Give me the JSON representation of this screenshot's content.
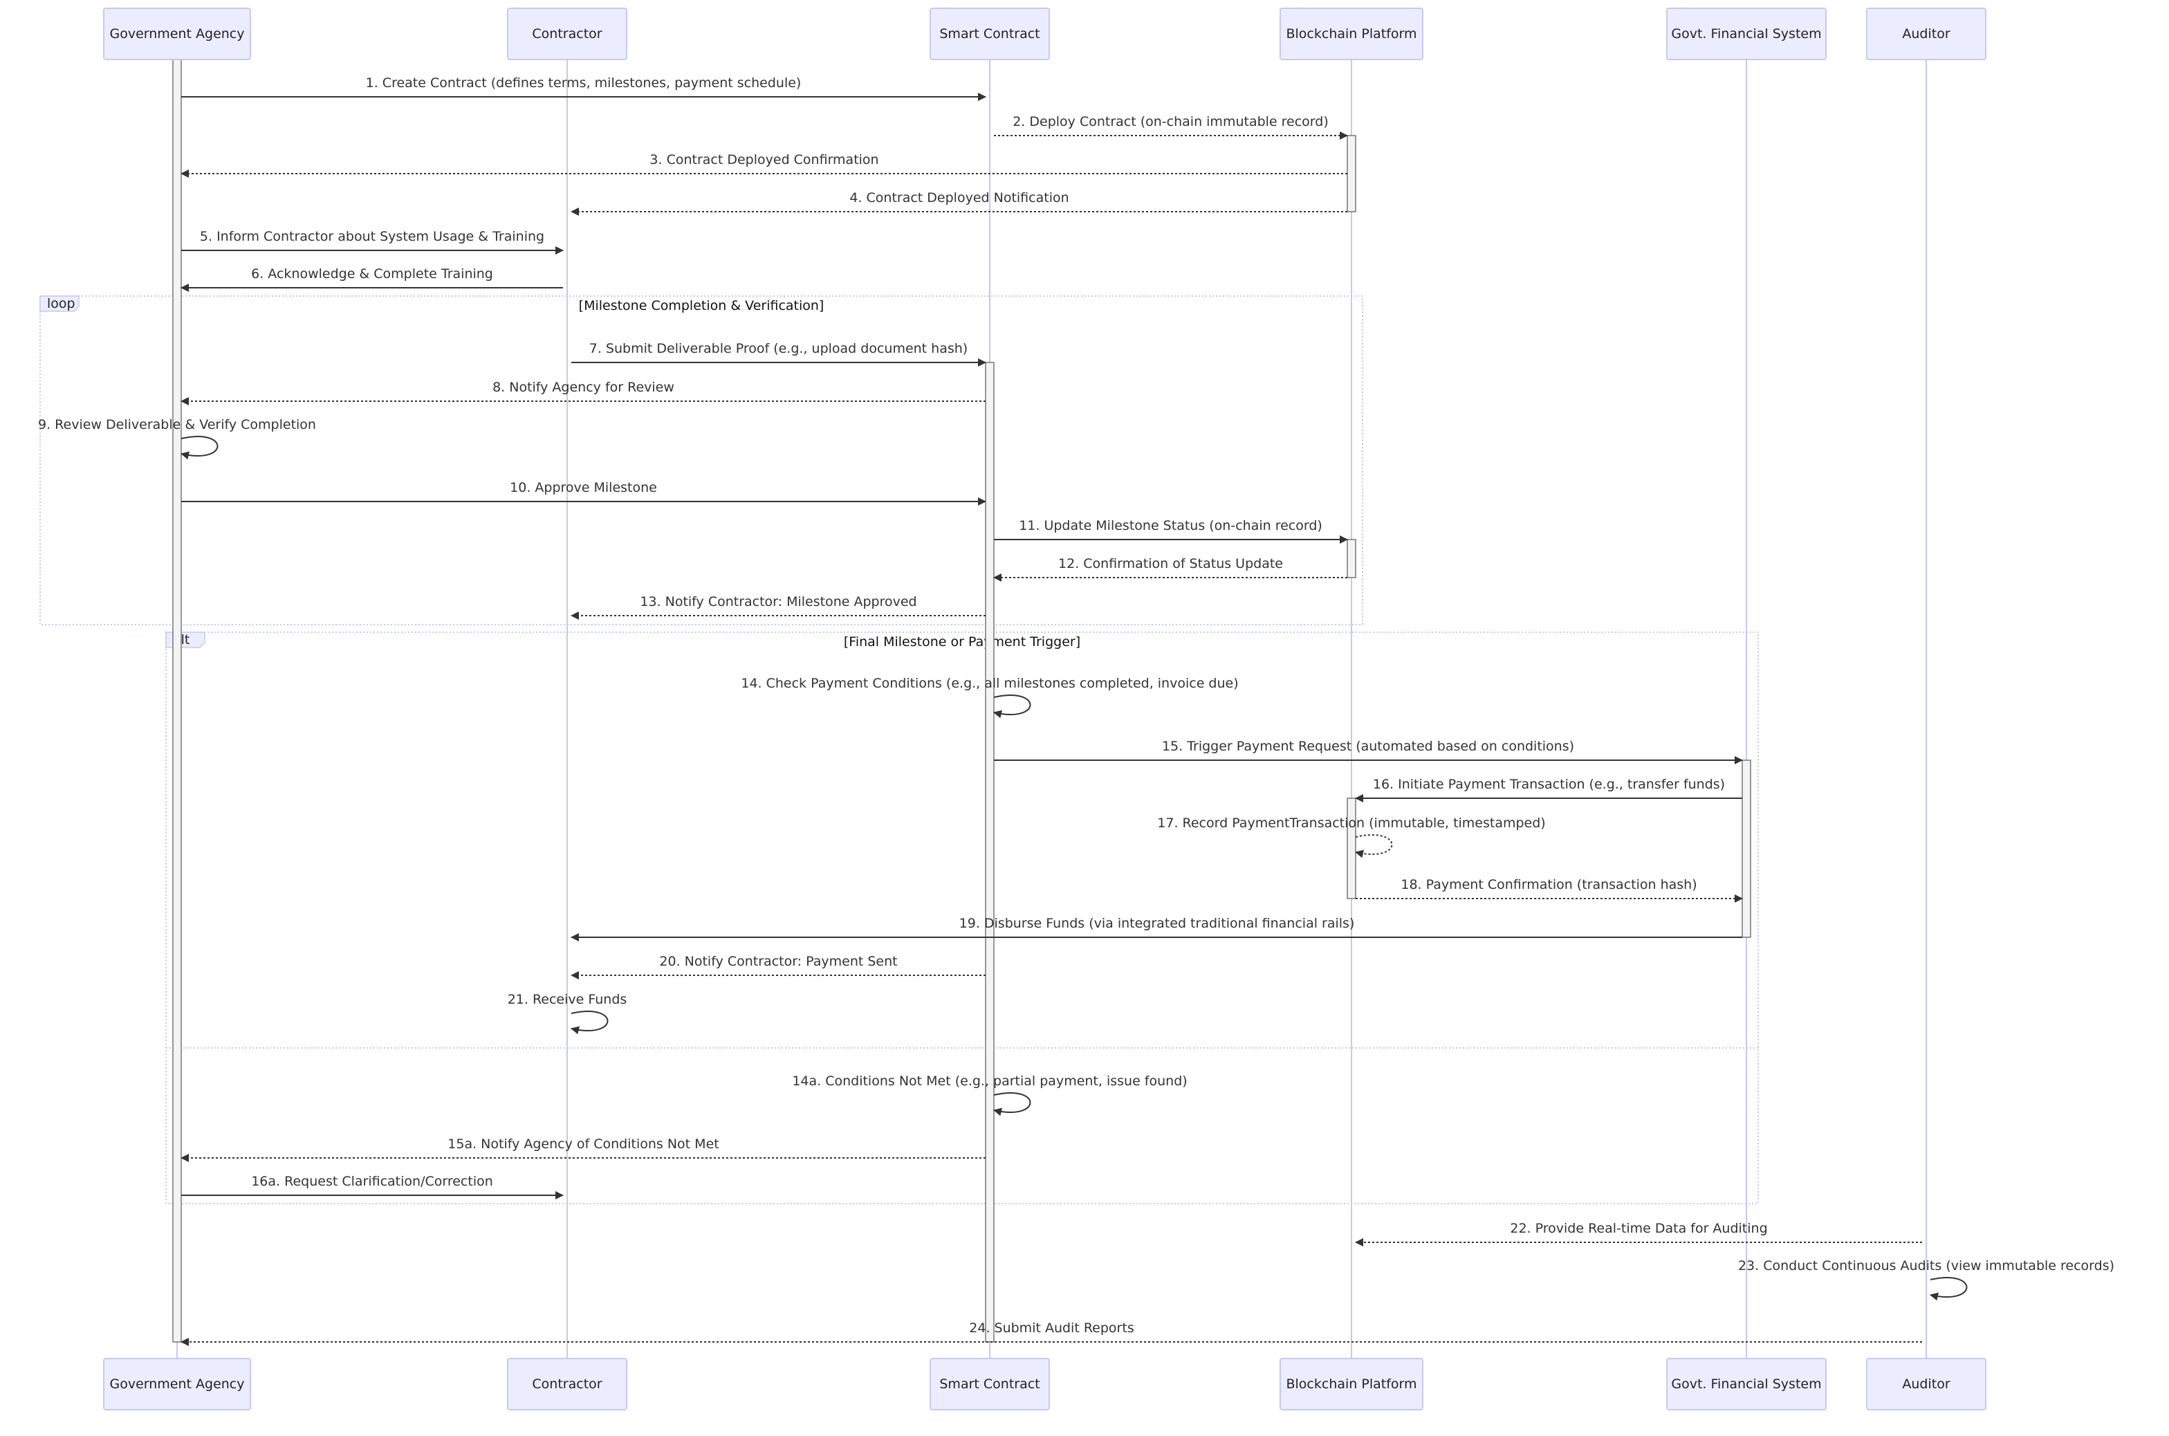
{
  "participants": [
    {
      "id": "gov",
      "label": "Government Agency"
    },
    {
      "id": "con",
      "label": "Contractor"
    },
    {
      "id": "sc",
      "label": "Smart Contract"
    },
    {
      "id": "bc",
      "label": "Blockchain Platform"
    },
    {
      "id": "fin",
      "label": "Govt. Financial System"
    },
    {
      "id": "aud",
      "label": "Auditor"
    }
  ],
  "messages": [
    {
      "from": "gov",
      "to": "sc",
      "style": "solid",
      "label": "1. Create Contract (defines terms, milestones, payment schedule)"
    },
    {
      "from": "sc",
      "to": "bc",
      "style": "dotted",
      "label": "2. Deploy Contract (on-chain immutable record)"
    },
    {
      "from": "bc",
      "to": "gov",
      "style": "dotted",
      "label": "3. Contract Deployed Confirmation"
    },
    {
      "from": "bc",
      "to": "con",
      "style": "dotted",
      "label": "4. Contract Deployed Notification"
    },
    {
      "from": "gov",
      "to": "con",
      "style": "solid",
      "label": "5. Inform Contractor about System Usage & Training"
    },
    {
      "from": "con",
      "to": "gov",
      "style": "solid",
      "label": "6. Acknowledge & Complete Training"
    },
    {
      "from": "con",
      "to": "sc",
      "style": "solid",
      "label": "7. Submit Deliverable Proof (e.g., upload document hash)"
    },
    {
      "from": "sc",
      "to": "gov",
      "style": "dotted",
      "label": "8. Notify Agency for Review"
    },
    {
      "from": "gov",
      "to": "gov",
      "style": "solid",
      "label": "9. Review Deliverable & Verify Completion"
    },
    {
      "from": "gov",
      "to": "sc",
      "style": "solid",
      "label": "10. Approve Milestone"
    },
    {
      "from": "sc",
      "to": "bc",
      "style": "solid",
      "label": "11. Update Milestone Status (on-chain record)"
    },
    {
      "from": "bc",
      "to": "sc",
      "style": "dotted",
      "label": "12. Confirmation of Status Update"
    },
    {
      "from": "sc",
      "to": "con",
      "style": "dotted",
      "label": "13. Notify Contractor: Milestone Approved"
    },
    {
      "from": "sc",
      "to": "sc",
      "style": "solid",
      "label": "14. Check Payment Conditions (e.g., all milestones completed, invoice due)"
    },
    {
      "from": "sc",
      "to": "fin",
      "style": "solid",
      "label": "15. Trigger Payment Request (automated based on conditions)"
    },
    {
      "from": "fin",
      "to": "bc",
      "style": "solid",
      "label": "16. Initiate Payment Transaction (e.g., transfer funds)"
    },
    {
      "from": "bc",
      "to": "bc",
      "style": "dotted",
      "label": "17. Record PaymentTransaction (immutable, timestamped)"
    },
    {
      "from": "bc",
      "to": "fin",
      "style": "dotted",
      "label": "18. Payment Confirmation (transaction hash)"
    },
    {
      "from": "fin",
      "to": "con",
      "style": "solid",
      "label": "19. Disburse Funds (via integrated traditional financial rails)"
    },
    {
      "from": "sc",
      "to": "con",
      "style": "dotted",
      "label": "20. Notify Contractor: Payment Sent"
    },
    {
      "from": "con",
      "to": "con",
      "style": "solid",
      "label": "21. Receive Funds"
    },
    {
      "from": "sc",
      "to": "sc",
      "style": "solid",
      "label": "14a. Conditions Not Met (e.g., partial payment, issue found)"
    },
    {
      "from": "sc",
      "to": "gov",
      "style": "dotted",
      "label": "15a. Notify Agency of Conditions Not Met"
    },
    {
      "from": "gov",
      "to": "con",
      "style": "solid",
      "label": "16a. Request Clarification/Correction"
    },
    {
      "from": "aud",
      "to": "bc",
      "style": "dotted",
      "label": "22. Provide Real-time Data for Auditing"
    },
    {
      "from": "aud",
      "to": "aud",
      "style": "solid",
      "label": "23. Conduct Continuous Audits (view immutable records)"
    },
    {
      "from": "aud",
      "to": "gov",
      "style": "dotted",
      "label": "24. Submit Audit Reports"
    }
  ],
  "frames": [
    {
      "kind": "loop",
      "condition": "[Milestone Completion & Verification]"
    },
    {
      "kind": "alt",
      "condition": "[Final Milestone or Payment Trigger]"
    }
  ]
}
